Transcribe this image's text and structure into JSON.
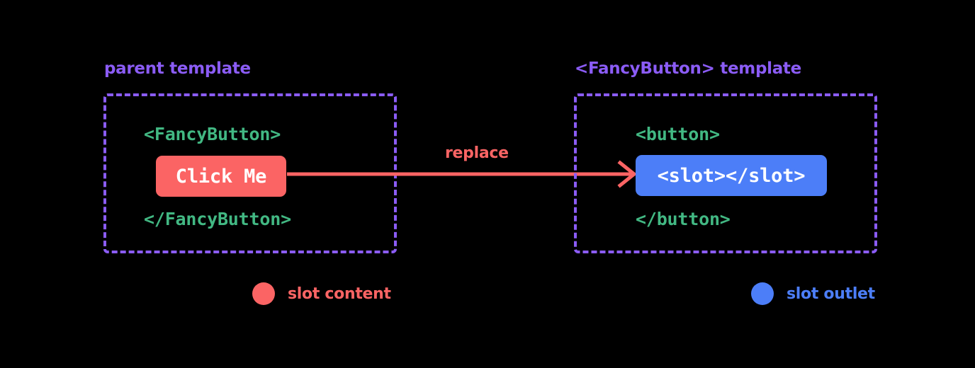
{
  "diagram": {
    "title_implicit": "Vue slot content replaces slot outlet",
    "background_color": "#000000",
    "colors": {
      "purple": "#8B5CF6",
      "green": "#42B883",
      "red": "#FB6464",
      "blue": "#4C7EF8",
      "white": "#FFFFFF"
    }
  },
  "panels": [
    {
      "id": "parent",
      "title": "parent template",
      "code_open": "<FancyButton>",
      "code_close": "</FancyButton>",
      "chip_label": "Click Me",
      "chip_color": "#FB6464"
    },
    {
      "id": "fancybutton",
      "title": "<FancyButton> template",
      "code_open": "<button>",
      "code_close": "</button>",
      "chip_label": "<slot></slot>",
      "chip_color": "#4C7EF8"
    }
  ],
  "arrow": {
    "label": "replace",
    "color": "#FB6464",
    "direction": "left-to-right",
    "from": "Click Me",
    "to": "<slot></slot>"
  },
  "legend": [
    {
      "label": "slot content",
      "color": "#FB6464"
    },
    {
      "label": "slot outlet",
      "color": "#4C7EF8"
    }
  ]
}
